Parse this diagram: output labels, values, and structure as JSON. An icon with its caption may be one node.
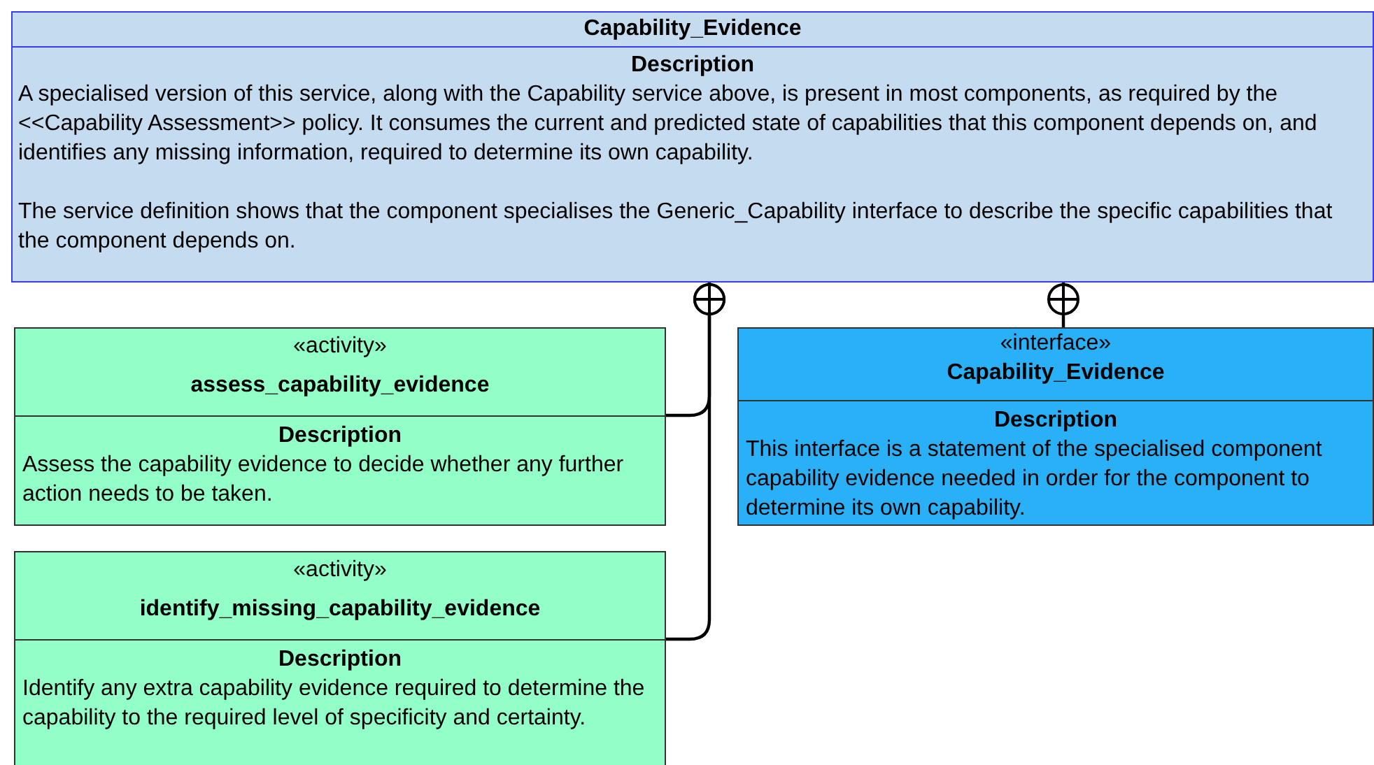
{
  "diagram": {
    "nodes": [
      {
        "text": [
          "Capability_Evidence",
          "Description",
          "A specialised version of this service, along with the Capability service above, is present in most components, as required by the <<Capability Assessment>> policy. It consumes the current and predicted state of capabilities that this component depends on, and identifies any missing information, required to determine its own capability.",
          "The service definition shows that the component specialises the Generic_Capability interface to describe the specific capabilities that the component depends on."
        ]
      },
      {
        "text": [
          "«activity»",
          "assess_capability_evidence",
          "Description",
          "Assess the capability evidence to decide whether any further action needs to be taken."
        ]
      },
      {
        "text": [
          "«activity»",
          "identify_missing_capability_evidence",
          "Description",
          "Identify any extra capability evidence required to determine the capability to the required level of specificity and certainty."
        ]
      },
      {
        "text": [
          "«interface»",
          "Capability_Evidence",
          "Description",
          "This interface is a statement of the specialised component capability evidence needed in order for the component to determine its own capability."
        ]
      }
    ],
    "edges": [
      {
        "from": 1,
        "to": 0,
        "arrow": "other"
      },
      {
        "from": 2,
        "to": 0,
        "arrow": "other"
      },
      {
        "from": 3,
        "to": 0,
        "arrow": "other"
      }
    ]
  }
}
